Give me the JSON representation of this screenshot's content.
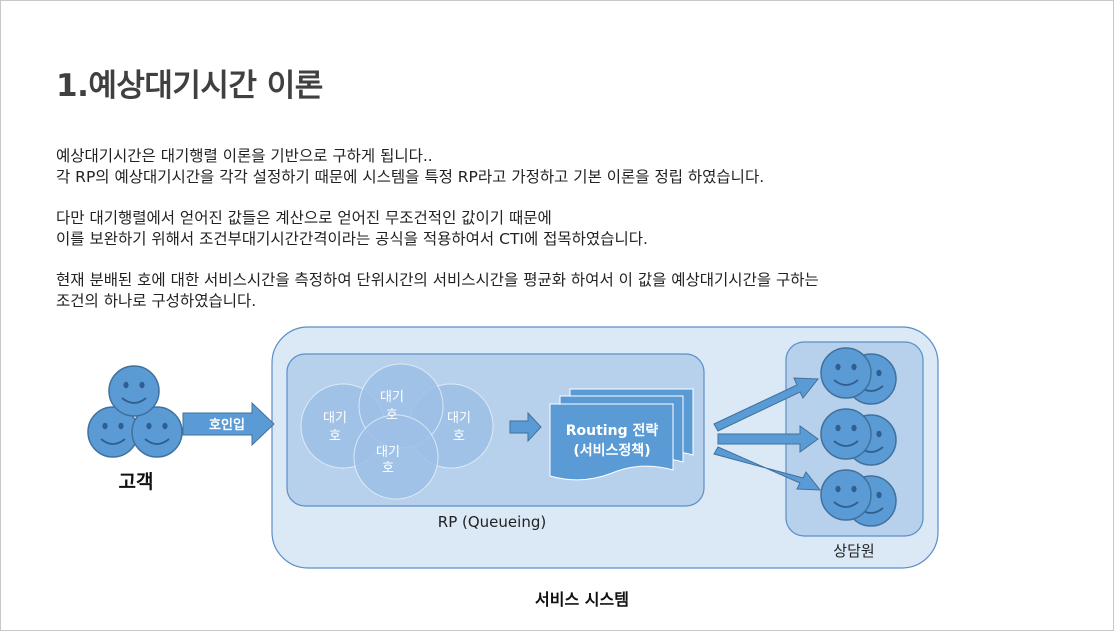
{
  "title": "1.예상대기시간 이론",
  "paragraphs": [
    [
      "예상대기시간은 대기행렬 이론을 기반으로 구하게 됩니다..",
      "각 RP의 예상대기시간을 각각 설정하기 때문에 시스템을 특정 RP라고 가정하고 기본 이론을 정립 하였습니다."
    ],
    [
      "다만 대기행렬에서 얻어진 값들은 계산으로 얻어진 무조건적인 값이기 때문에",
      "이를 보완하기 위해서 조건부대기시간간격이라는 공식을 적용하여서 CTI에 접목하였습니다."
    ],
    [
      "현재 분배된 호에 대한 서비스시간을 측정하여 단위시간의 서비스시간을 평균화 하여서 이 값을 예상대기시간을 구하는",
      "조건의 하나로 구성하였습니다."
    ]
  ],
  "diagram": {
    "customer_label": "고객",
    "arrow_in_label": "호인입",
    "circles": [
      {
        "line1": "대기",
        "line2": "호"
      },
      {
        "line1": "대기",
        "line2": "호"
      },
      {
        "line1": "대기",
        "line2": "호"
      },
      {
        "line1": "대기",
        "line2": "호"
      }
    ],
    "routing_line1": "Routing 전략",
    "routing_line2": "(서비스정책)",
    "rp_label": "RP (Queueing)",
    "agent_label": "상담원",
    "system_label": "서비스 시스템"
  },
  "colors": {
    "outer_fill": "#dbe8f6",
    "outer_stroke": "#5b8ec8",
    "rp_fill": "#b7d0ec",
    "circle_fill": "#9dc0e6",
    "face_fill": "#5b9bd5",
    "face_stroke": "#41719c",
    "arrow_fill": "#5b9bd5"
  }
}
